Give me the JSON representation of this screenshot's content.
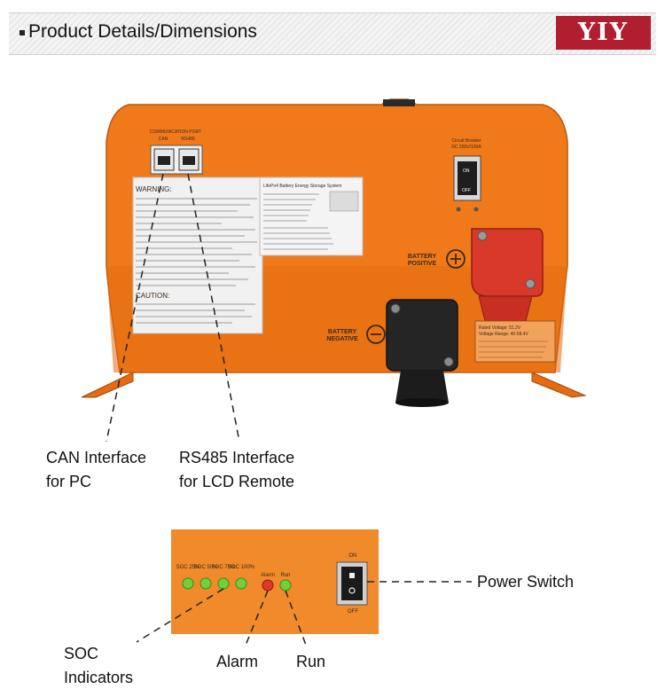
{
  "header": {
    "title": "Product Details/Dimensions",
    "logo": "YIY"
  },
  "device": {
    "comm_port_title": "COMMUNICATION PORT",
    "port_can": "CAN",
    "port_rs485": "RS485",
    "circuit_breaker": "Circuit Breaker",
    "breaker_rating": "DC 250V/100A",
    "breaker_on": "ON",
    "breaker_off": "OFF",
    "battery_positive_1": "BATTERY",
    "battery_positive_2": "POSITIVE",
    "battery_negative_1": "BATTERY",
    "battery_negative_2": "NEGATIVE",
    "warning_title": "WARNING:",
    "caution_title": "CAUTION:",
    "info_title": "LifePo4 Battery Energy Storage System",
    "rating_label": "Rated Voltage: 51.2V",
    "rating_label_2": "Voltage Range: 40-58.4V"
  },
  "callouts": {
    "can_line1": "CAN Interface",
    "can_line2": "for PC",
    "rs485_line1": "RS485 Interface",
    "rs485_line2": "for LCD Remote",
    "power_switch": "Power Switch",
    "soc_line1": "SOC",
    "soc_line2": "Indicators",
    "alarm": "Alarm",
    "run": "Run"
  },
  "panel": {
    "soc_labels": [
      "SOC 25%",
      "SOC 50%",
      "SOC 75%",
      "SOC 100%"
    ],
    "alarm_label": "Alarm",
    "run_label": "Run",
    "switch_on": "ON",
    "switch_off": "OFF"
  },
  "colors": {
    "device_orange": "#f07a1a",
    "led_green": "#6ed13a",
    "led_red": "#e0362a",
    "brand_red": "#b01e2f"
  }
}
